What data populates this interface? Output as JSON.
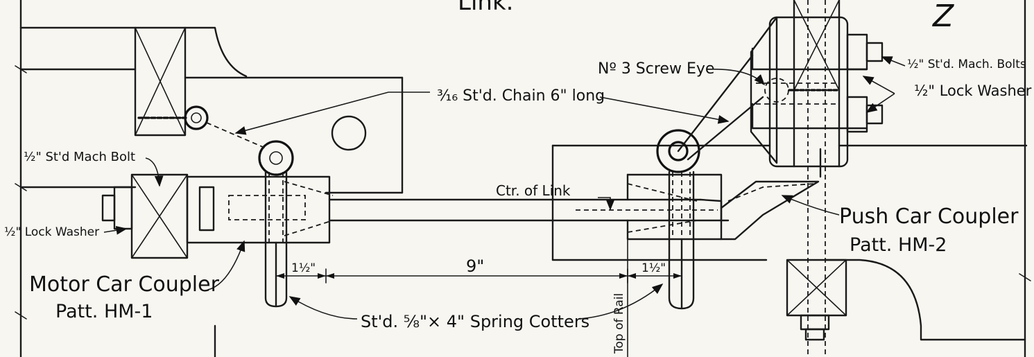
{
  "drawing": {
    "title_fragment": "Link.",
    "sheet_mark": "Z",
    "labels": {
      "screw_eye": "Nº 3 Screw Eye",
      "chain": "³⁄₁₆ St'd. Chain 6\" long",
      "mach_bolts_right": "½\" St'd. Mach. Bolts",
      "lock_washer_right": "½\" Lock Washer",
      "mach_bolt_left": "½\" St'd Mach Bolt",
      "lock_washer_left": "½\" Lock Washer",
      "ctr_of_link": "Ctr. of Link",
      "push_coupler_line1": "Push Car Coupler",
      "push_coupler_line2": "Patt. HM-2",
      "motor_coupler_line1": "Motor Car Coupler",
      "motor_coupler_line2": "Patt. HM-1",
      "spring_cotters": "St'd. ⅝\"× 4\" Spring Cotters",
      "top_of_rail": "Top of Rail",
      "dim_left": "1½\"",
      "dim_mid": "9\"",
      "dim_right": "1½\""
    }
  }
}
